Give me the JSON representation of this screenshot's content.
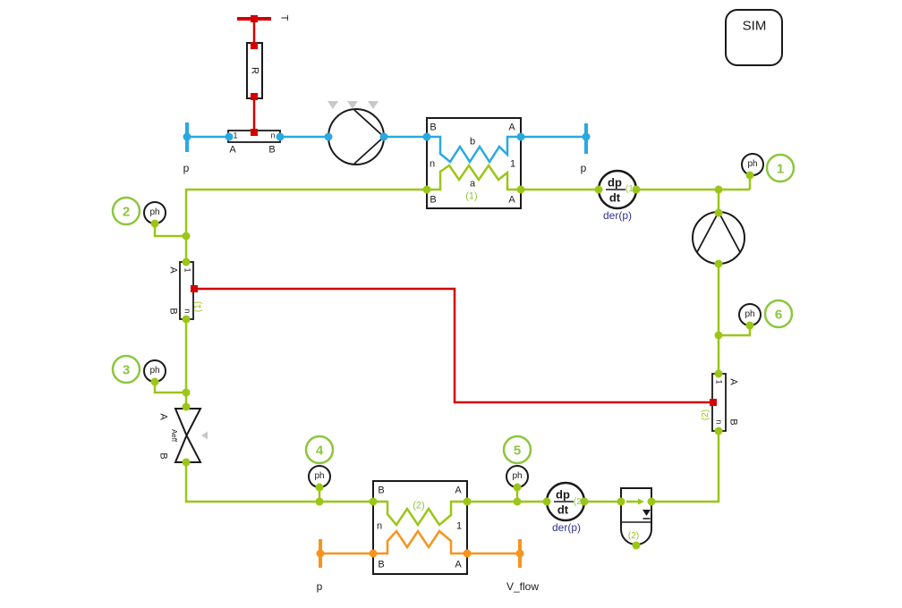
{
  "colors": {
    "wire_green": "#9bc618",
    "wire_blue": "#29a9e1",
    "wire_red": "#d40000",
    "wire_orange": "#f7941e",
    "badge_green": "#8dc63f",
    "inactive_grey": "#c8c8c8",
    "caption_navy": "#2e3192"
  },
  "sim_button": {
    "label": "SIM"
  },
  "thermal": {
    "t_sensor_label": "T",
    "resistor_label": "R"
  },
  "boundary_labels": {
    "top_left": "p",
    "top_right": "p",
    "bottom_left": "p",
    "bottom_right": "V_flow"
  },
  "pipe_top": {
    "port_1": "1",
    "port_n": "n",
    "port_a": "A",
    "port_b": "B"
  },
  "hx1": {
    "port_b_top": "B",
    "port_a_top": "A",
    "side_b": "b",
    "port_n": "n",
    "port_1": "1",
    "side_a": "a",
    "index": "(1)",
    "port_b_bottom": "B",
    "port_a_bottom": "A"
  },
  "hx2": {
    "port_b_top": "B",
    "port_a_top": "A",
    "index": "(2)",
    "port_n": "n",
    "port_1": "1",
    "port_b_bottom": "B",
    "port_a_bottom": "A"
  },
  "dpdt1": {
    "numerator": "dp",
    "denominator": "dt",
    "index": "(1)",
    "caption": "der(p)"
  },
  "dpdt2": {
    "numerator": "dp",
    "denominator": "dt",
    "index": "(2)",
    "caption": "der(p)"
  },
  "pipe1": {
    "port_a": "A",
    "port_1": "1",
    "port_b": "B",
    "port_n": "n",
    "index": "(1)"
  },
  "pipe2": {
    "port_1": "1",
    "port_a": "A",
    "port_n": "n",
    "port_b": "B",
    "index": "(2)"
  },
  "valve": {
    "port_a": "A",
    "label": "Aeff",
    "port_b": "B"
  },
  "receiver": {
    "index": "(2)"
  },
  "sensors": [
    {
      "label": "ph",
      "badge": "1"
    },
    {
      "label": "ph",
      "badge": "2"
    },
    {
      "label": "ph",
      "badge": "3"
    },
    {
      "label": "ph",
      "badge": "4"
    },
    {
      "label": "ph",
      "badge": "5"
    },
    {
      "label": "ph",
      "badge": "6"
    }
  ]
}
